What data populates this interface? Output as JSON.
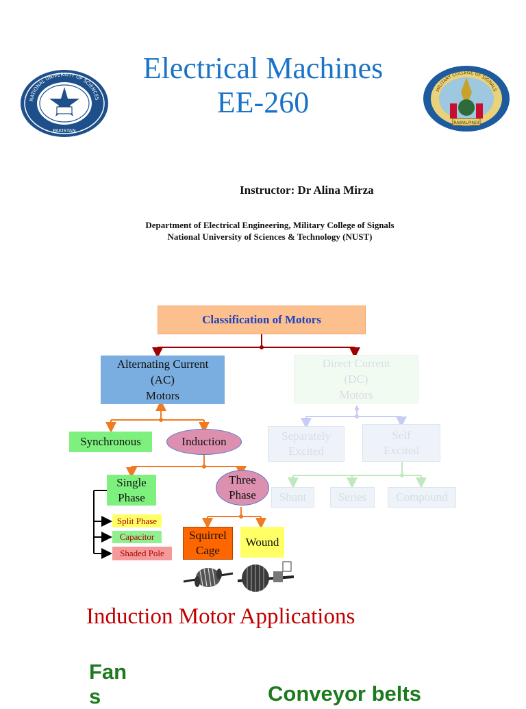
{
  "header": {
    "title_line1": "Electrical Machines",
    "title_line2": "EE-260",
    "instructor": "Instructor: Dr Alina Mirza",
    "dept_line1": "Department of Electrical Engineering, Military College of Signals",
    "dept_line2": "National University of Sciences & Technology (NUST)"
  },
  "logos": {
    "left": {
      "ring_text": "NATIONAL UNIVERSITY OF SCIENCES & TECHNOLOGY",
      "bottom_text": "PAKISTAN"
    },
    "right": {
      "ring_text": "MILITARY COLLEGE OF SIGNALS",
      "bottom_text": "RAWALPINDI"
    }
  },
  "diagram": {
    "root": "Classification of Motors",
    "ac": "Alternating Current\n(AC)\nMotors",
    "dc": "Direct   Current\n(DC)\nMotors",
    "synchronous": "Synchronous",
    "induction": "Induction",
    "separately": "Separately\nExcited",
    "self": "Self\nExcited",
    "single_phase": "Single\nPhase",
    "three_phase": "Three\nPhase",
    "shunt": "Shunt",
    "series": "Series",
    "compound": "Compound",
    "split_phase": "Split Phase",
    "capacitor": "Capacitor",
    "shaded_pole": "Shaded Pole",
    "squirrel_cage": "Squirrel\nCage",
    "wound": "Wound"
  },
  "applications": {
    "title": "Induction Motor Applications",
    "item1": "Fan\ns",
    "item2": "Conveyor belts"
  },
  "colors": {
    "title_blue": "#1a73c6",
    "root_fill": "#fbc08e",
    "root_text": "#1f3fbf",
    "ac_fill": "#7aaee0",
    "sync_fill": "#7ef07e",
    "induction_fill": "#dd8faf",
    "split_fill": "#ffff66",
    "capacitor_fill": "#8ef08e",
    "shaded_fill": "#f49a9a",
    "squirrel_fill": "#ff6600",
    "wound_fill": "#ffff66",
    "app_red": "#c00000",
    "app_green": "#1e7a1e"
  }
}
